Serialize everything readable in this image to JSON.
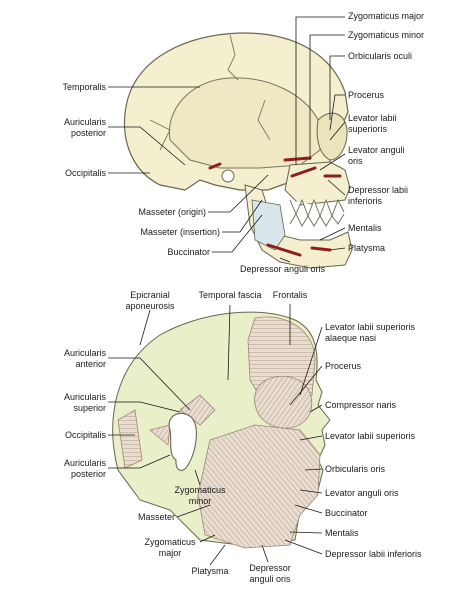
{
  "colors": {
    "bone": "#f4efcf",
    "bone_outline": "#6a6650",
    "muscle": "#e8ddd0",
    "muscle_stripe": "#b49a87",
    "muscle_red": "#8c1f1f",
    "fascia": "#e8efc9",
    "buccinator": "#d8e6ec",
    "line": "#1a1a1a"
  },
  "skull": {
    "labels": [
      {
        "id": "zygomaticus-major",
        "text": "Zygomaticus major"
      },
      {
        "id": "zygomaticus-minor",
        "text": "Zygomaticus minor"
      },
      {
        "id": "orbicularis-oculi",
        "text": "Orbicularis oculi"
      },
      {
        "id": "temporalis",
        "text": "Temporalis"
      },
      {
        "id": "procerus",
        "text": "Procerus"
      },
      {
        "id": "auricularis-posterior",
        "text": "Auricularis\nposterior"
      },
      {
        "id": "levator-labii-superioris",
        "text": "Levator labii\nsuperioris"
      },
      {
        "id": "levator-anguli-oris",
        "text": "Levator anguli\noris"
      },
      {
        "id": "occipitalis",
        "text": "Occipitalis"
      },
      {
        "id": "depressor-labii-inferioris",
        "text": "Depressor labii\ninferioris"
      },
      {
        "id": "masseter-origin",
        "text": "Masseter (origin)"
      },
      {
        "id": "mentalis",
        "text": "Mentalis"
      },
      {
        "id": "masseter-insertion",
        "text": "Masseter (insertion)"
      },
      {
        "id": "platysma",
        "text": "Platysma"
      },
      {
        "id": "buccinator",
        "text": "Buccinator"
      },
      {
        "id": "depressor-anguli-oris",
        "text": "Depressor anguli oris"
      }
    ]
  },
  "head": {
    "labels": [
      {
        "id": "epicranial-aponeurosis",
        "text": "Epicranial\naponeurosis"
      },
      {
        "id": "temporal-fascia",
        "text": "Temporal fascia"
      },
      {
        "id": "frontalis",
        "text": "Frontalis"
      },
      {
        "id": "levator-labii-superioris-alaeque-nasi",
        "text": "Levator labii superioris\nalaeque nasi"
      },
      {
        "id": "auricularis-anterior",
        "text": "Auricularis\nanterior"
      },
      {
        "id": "procerus",
        "text": "Procerus"
      },
      {
        "id": "auricularis-superior",
        "text": "Auricularis\nsuperior"
      },
      {
        "id": "compressor-naris",
        "text": "Compressor naris"
      },
      {
        "id": "occipitalis",
        "text": "Occipitalis"
      },
      {
        "id": "levator-labii-superioris",
        "text": "Levator labii superioris"
      },
      {
        "id": "auricularis-posterior",
        "text": "Auricularis\nposterior"
      },
      {
        "id": "orbicularis-oris",
        "text": "Orbicularis oris"
      },
      {
        "id": "zygomaticus-minor",
        "text": "Zygomaticus\nminor"
      },
      {
        "id": "levator-anguli-oris",
        "text": "Levator anguli oris"
      },
      {
        "id": "masseter",
        "text": "Masseter"
      },
      {
        "id": "buccinator",
        "text": "Buccinator"
      },
      {
        "id": "mentalis",
        "text": "Mentalis"
      },
      {
        "id": "zygomaticus-major",
        "text": "Zygomaticus\nmajor"
      },
      {
        "id": "depressor-labii-inferioris",
        "text": "Depressor labii inferioris"
      },
      {
        "id": "platysma",
        "text": "Platysma"
      },
      {
        "id": "depressor-anguli-oris",
        "text": "Depressor\nanguli oris"
      }
    ]
  }
}
